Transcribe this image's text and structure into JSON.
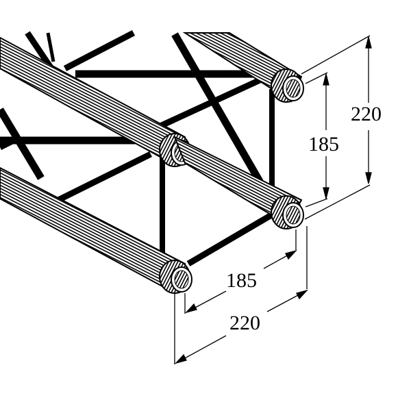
{
  "drawing": {
    "subject": "square truss section (4-chord)",
    "line_color": "#000000",
    "background": "#ffffff"
  },
  "dimensions": {
    "vertical_outer": {
      "value": "220"
    },
    "vertical_inner": {
      "value": "185"
    },
    "horizontal_inner": {
      "value": "185"
    },
    "horizontal_outer": {
      "value": "220"
    }
  }
}
